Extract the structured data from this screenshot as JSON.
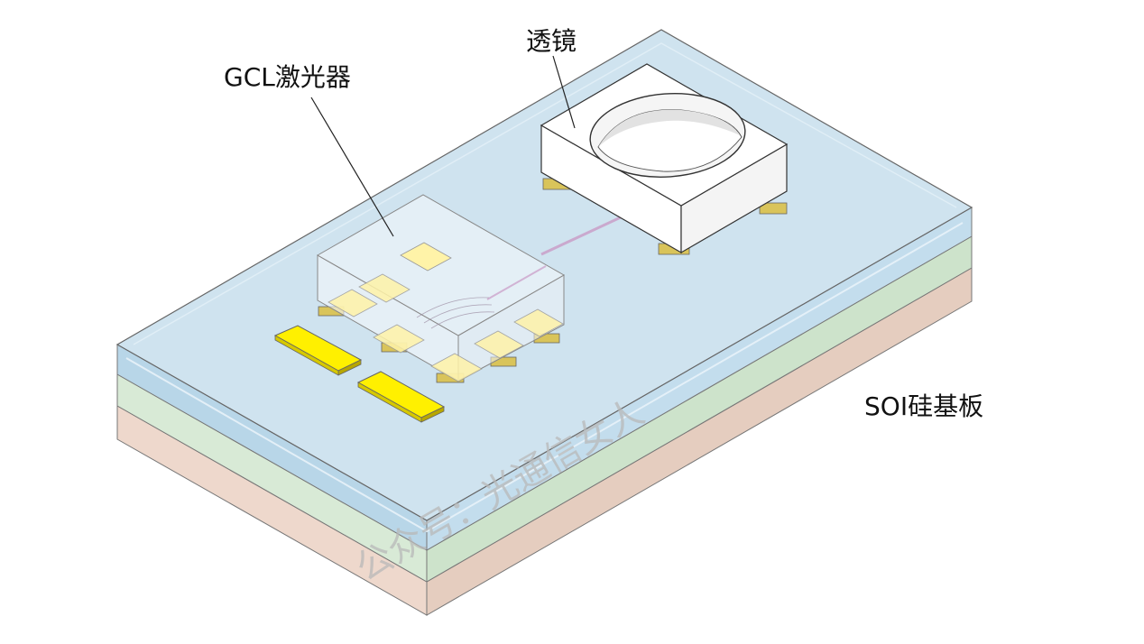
{
  "labels": {
    "laser": "GCL激光器",
    "lens": "透镜",
    "substrate": "SOI硅基板"
  },
  "watermark": "公众号：光通信女人",
  "colors": {
    "substrate_top": "#cfe3ef",
    "substrate_front": "#b8d6e8",
    "substrate_side": "#c3dded",
    "oxide_layer": "#d8ead6",
    "base_layer": "#eed8cc",
    "laser_chip": "#f4f7fa",
    "lens_block": "#ffffff",
    "pad": "#fff000",
    "solder": "#d9c45a",
    "waveguide": "#c99bc7"
  }
}
